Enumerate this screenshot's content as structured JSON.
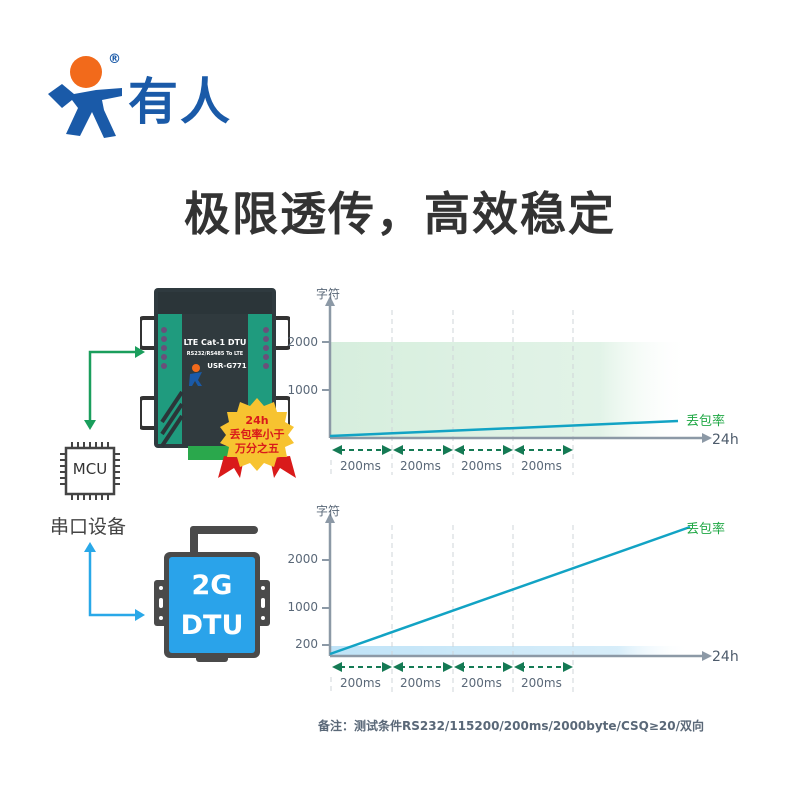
{
  "brand": {
    "logo_text": "有人",
    "registered_mark": "®",
    "colors": {
      "logo_blue": "#1a5aa8",
      "logo_orange": "#f26a1b"
    }
  },
  "headline": "极限透传，高效稳定",
  "left_panel": {
    "mcu_chip_label": "MCU",
    "serial_device_label": "串口设备",
    "lte_device": {
      "title": "LTE Cat-1 DTU",
      "subtitle": "RS232/RS485 To LTE",
      "model": "USR-G771"
    },
    "badge": {
      "line1": "24h",
      "line2": "丢包率小于",
      "line3": "万分之五"
    },
    "dtu_2g": {
      "line1": "2G",
      "line2": "DTU"
    },
    "arrow_colors": {
      "lte": "#1a9e5c",
      "g2": "#29a8e8"
    }
  },
  "chart_data": [
    {
      "type": "line",
      "title": "LTE Cat-1 DTU",
      "ylabel": "字符",
      "xlabel": "24h",
      "y_ticks": [
        "2000",
        "1000"
      ],
      "ylim": [
        0,
        2700
      ],
      "band": {
        "from": 0,
        "to": 2000,
        "color": "#d6eedd",
        "label": "throughput band"
      },
      "segments": [
        "200ms",
        "200ms",
        "200ms",
        "200ms"
      ],
      "series": [
        {
          "name": "丢包率",
          "x": [
            0,
            24
          ],
          "values": [
            50,
            350
          ],
          "color": "#12a3c4"
        }
      ],
      "grid": "vertical dashed at 200ms boundaries"
    },
    {
      "type": "line",
      "title": "2G DTU",
      "ylabel": "字符",
      "xlabel": "24h",
      "y_ticks": [
        "2000",
        "1000",
        "200"
      ],
      "ylim": [
        0,
        2700
      ],
      "band": {
        "from": 0,
        "to": 200,
        "color": "#bfe3f7",
        "label": "throughput band"
      },
      "segments": [
        "200ms",
        "200ms",
        "200ms",
        "200ms"
      ],
      "series": [
        {
          "name": "丢包率",
          "x": [
            0,
            24
          ],
          "values": [
            0,
            2650
          ],
          "color": "#12a3c4"
        }
      ],
      "grid": "vertical dashed at 200ms boundaries"
    }
  ],
  "charts": {
    "top": {
      "ylabel": "字符",
      "ticks": [
        "2000",
        "1000"
      ],
      "x_end": "24h",
      "loss_label": "丢包率",
      "segments": [
        "200ms",
        "200ms",
        "200ms",
        "200ms"
      ]
    },
    "bottom": {
      "ylabel": "字符",
      "ticks": [
        "2000",
        "1000",
        "200"
      ],
      "x_end": "24h",
      "loss_label": "丢包率",
      "segments": [
        "200ms",
        "200ms",
        "200ms",
        "200ms"
      ]
    }
  },
  "footnote": "备注：测试条件RS232/115200/200ms/2000byte/CSQ≥20/双向"
}
